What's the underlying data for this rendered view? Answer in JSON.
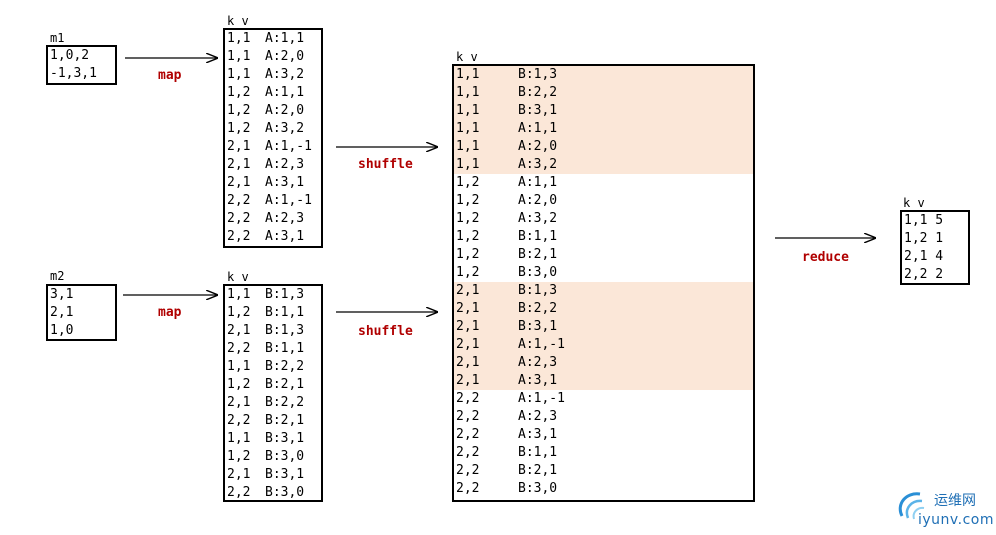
{
  "m1": {
    "title": "m1",
    "rows": [
      "1,0,2",
      "-1,3,1"
    ]
  },
  "m2": {
    "title": "m2",
    "rows": [
      "3,1",
      "2,1",
      "1,0"
    ]
  },
  "map1": {
    "header": "k v",
    "rows": [
      [
        "1,1",
        "A:1,1"
      ],
      [
        "1,1",
        "A:2,0"
      ],
      [
        "1,1",
        "A:3,2"
      ],
      [
        "1,2",
        "A:1,1"
      ],
      [
        "1,2",
        "A:2,0"
      ],
      [
        "1,2",
        "A:3,2"
      ],
      [
        "2,1",
        "A:1,-1"
      ],
      [
        "2,1",
        "A:2,3"
      ],
      [
        "2,1",
        "A:3,1"
      ],
      [
        "2,2",
        "A:1,-1"
      ],
      [
        "2,2",
        "A:2,3"
      ],
      [
        "2,2",
        "A:3,1"
      ]
    ]
  },
  "map2": {
    "header": "k v",
    "rows": [
      [
        "1,1",
        "B:1,3"
      ],
      [
        "1,2",
        "B:1,1"
      ],
      [
        "2,1",
        "B:1,3"
      ],
      [
        "2,2",
        "B:1,1"
      ],
      [
        "1,1",
        "B:2,2"
      ],
      [
        "1,2",
        "B:2,1"
      ],
      [
        "2,1",
        "B:2,2"
      ],
      [
        "2,2",
        "B:2,1"
      ],
      [
        "1,1",
        "B:3,1"
      ],
      [
        "1,2",
        "B:3,0"
      ],
      [
        "2,1",
        "B:3,1"
      ],
      [
        "2,2",
        "B:3,0"
      ]
    ]
  },
  "shuffle": {
    "header": "k v",
    "rows": [
      [
        "1,1",
        "B:1,3",
        true
      ],
      [
        "1,1",
        "B:2,2",
        true
      ],
      [
        "1,1",
        "B:3,1",
        true
      ],
      [
        "1,1",
        "A:1,1",
        true
      ],
      [
        "1,1",
        "A:2,0",
        true
      ],
      [
        "1,1",
        "A:3,2",
        true
      ],
      [
        "1,2",
        "A:1,1",
        false
      ],
      [
        "1,2",
        "A:2,0",
        false
      ],
      [
        "1,2",
        "A:3,2",
        false
      ],
      [
        "1,2",
        "B:1,1",
        false
      ],
      [
        "1,2",
        "B:2,1",
        false
      ],
      [
        "1,2",
        "B:3,0",
        false
      ],
      [
        "2,1",
        "B:1,3",
        true
      ],
      [
        "2,1",
        "B:2,2",
        true
      ],
      [
        "2,1",
        "B:3,1",
        true
      ],
      [
        "2,1",
        "A:1,-1",
        true
      ],
      [
        "2,1",
        "A:2,3",
        true
      ],
      [
        "2,1",
        "A:3,1",
        true
      ],
      [
        "2,2",
        "A:1,-1",
        false
      ],
      [
        "2,2",
        "A:2,3",
        false
      ],
      [
        "2,2",
        "A:3,1",
        false
      ],
      [
        "2,2",
        "B:1,1",
        false
      ],
      [
        "2,2",
        "B:2,1",
        false
      ],
      [
        "2,2",
        "B:3,0",
        false
      ]
    ],
    "shade_color": "#fbe7d8"
  },
  "result": {
    "header": "k v",
    "rows": [
      "1,1 5",
      "1,2 1",
      "2,1 4",
      "2,2 2"
    ]
  },
  "ops": {
    "map_top": "map",
    "map_bottom": "map",
    "shuffle_top": "shuffle",
    "shuffle_bottom": "shuffle",
    "reduce": "reduce"
  },
  "watermark": {
    "line1": "运维网",
    "line2": "iyunv.com"
  }
}
